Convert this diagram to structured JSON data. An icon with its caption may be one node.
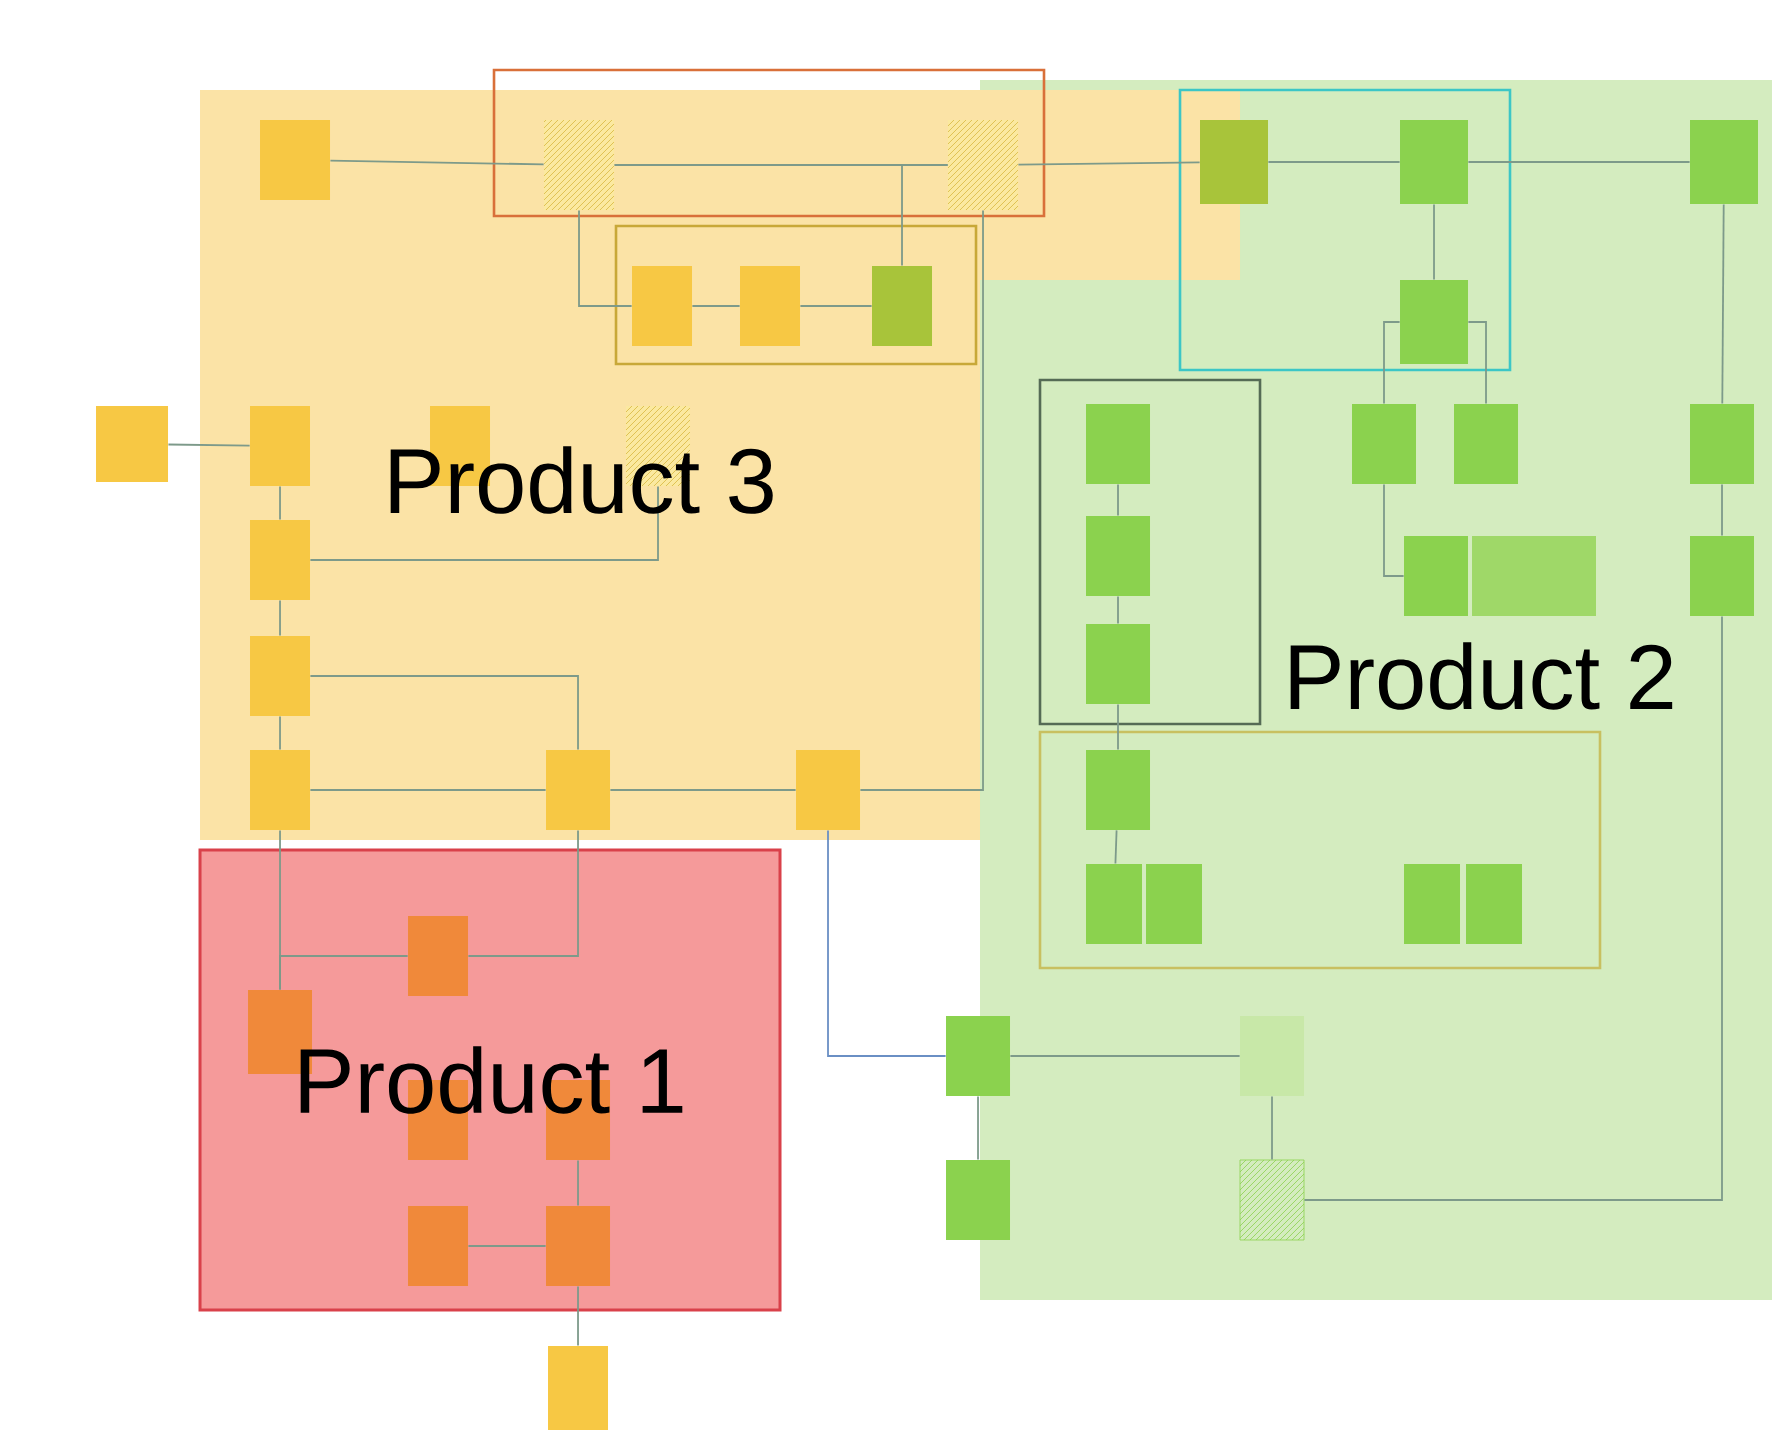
{
  "diagram": {
    "nodes": [
      {
        "text": [
          "Product 3"
        ]
      },
      {
        "text": [],
        "shape": "box"
      },
      {
        "text": [],
        "shape": "box"
      },
      {
        "text": [],
        "shape": "box",
        "in": 1
      },
      {
        "text": [],
        "shape": "box",
        "in": 1
      },
      {
        "text": [],
        "shape": "box",
        "in": 0
      },
      {
        "text": [],
        "shape": "box",
        "in": 5
      },
      {
        "text": [],
        "shape": "box",
        "in": 5
      },
      {
        "text": [],
        "shape": "box",
        "in": 5
      },
      {
        "text": [],
        "shape": "box"
      },
      {
        "text": [],
        "shape": "box",
        "in": 0
      },
      {
        "text": [],
        "shape": "box",
        "in": 0
      },
      {
        "text": [],
        "shape": "box",
        "in": 0
      },
      {
        "text": [],
        "shape": "box",
        "in": 0
      },
      {
        "text": [],
        "shape": "box",
        "in": 0
      },
      {
        "text": [],
        "shape": "box",
        "in": 0
      },
      {
        "text": [],
        "shape": "box",
        "in": 0
      },
      {
        "text": [],
        "shape": "box",
        "in": 0
      },
      {
        "text": [
          "Product 2"
        ]
      },
      {
        "text": [],
        "shape": "box",
        "in": 18
      },
      {
        "text": [],
        "shape": "box",
        "in": 19
      },
      {
        "text": [],
        "shape": "box",
        "in": 19
      },
      {
        "text": [],
        "shape": "box",
        "in": 18
      },
      {
        "text": [],
        "shape": "box",
        "in": 19
      },
      {
        "text": [],
        "shape": "box",
        "in": 18
      },
      {
        "text": [],
        "shape": "box",
        "in": 24
      },
      {
        "text": [],
        "shape": "box",
        "in": 18
      },
      {
        "text": [],
        "shape": "box",
        "in": 18
      },
      {
        "text": [],
        "shape": "box",
        "in": 18
      },
      {
        "text": [],
        "shape": "box",
        "in": 24
      },
      {
        "text": [],
        "shape": "box",
        "in": 18
      },
      {
        "text": [],
        "shape": "box",
        "in": 18
      },
      {
        "text": [],
        "shape": "box",
        "in": 18
      },
      {
        "text": [],
        "shape": "box",
        "in": 24
      },
      {
        "text": [],
        "shape": "box",
        "in": 18
      },
      {
        "text": [],
        "shape": "box",
        "in": 34
      },
      {
        "text": [],
        "shape": "box",
        "in": 34
      },
      {
        "text": [],
        "shape": "box",
        "in": 34
      },
      {
        "text": [],
        "shape": "box",
        "in": 34
      },
      {
        "text": [],
        "shape": "box",
        "in": 34
      },
      {
        "text": [
          "Product 1"
        ]
      },
      {
        "text": [],
        "shape": "box",
        "in": 40
      },
      {
        "text": [],
        "shape": "box",
        "in": 40
      },
      {
        "text": [],
        "shape": "box",
        "in": 40
      },
      {
        "text": [],
        "shape": "box",
        "in": 40
      },
      {
        "text": [],
        "shape": "box",
        "in": 40
      },
      {
        "text": [],
        "shape": "box",
        "in": 40
      },
      {
        "text": [],
        "shape": "box"
      },
      {
        "text": [],
        "shape": "box"
      },
      {
        "text": [],
        "shape": "box"
      },
      {
        "text": [],
        "shape": "box",
        "in": 18
      },
      {
        "text": [],
        "shape": "box",
        "in": 18
      }
    ],
    "edges": [
      {
        "from": 2,
        "to": 3,
        "arrow": "none"
      },
      {
        "from": 3,
        "to": 4,
        "arrow": "none"
      },
      {
        "from": 3,
        "to": 6,
        "arrow": "none"
      },
      {
        "from": 6,
        "to": 7,
        "arrow": "none"
      },
      {
        "from": 7,
        "to": 8,
        "arrow": "none"
      },
      {
        "from": 4,
        "to": 8,
        "arrow": "none"
      },
      {
        "from": 9,
        "to": 10,
        "arrow": "none"
      },
      {
        "from": 10,
        "to": 13,
        "arrow": "none"
      },
      {
        "from": 13,
        "to": 12,
        "arrow": "none"
      },
      {
        "from": 13,
        "to": 14,
        "arrow": "none"
      },
      {
        "from": 14,
        "to": 15,
        "arrow": "none"
      },
      {
        "from": 15,
        "to": 16,
        "arrow": "none"
      },
      {
        "from": 16,
        "to": 17,
        "arrow": "none"
      },
      {
        "from": 14,
        "to": 16,
        "arrow": "none"
      },
      {
        "from": 4,
        "to": 17,
        "arrow": "none"
      },
      {
        "from": 16,
        "to": 41,
        "arrow": "none"
      },
      {
        "from": 42,
        "to": 41,
        "arrow": "none"
      },
      {
        "from": 15,
        "to": 42,
        "arrow": "none"
      },
      {
        "from": 45,
        "to": 46,
        "arrow": "none"
      },
      {
        "from": 44,
        "to": 46,
        "arrow": "none"
      },
      {
        "from": 46,
        "to": 47,
        "arrow": "none"
      },
      {
        "from": 17,
        "to": 48,
        "arrow": "none",
        "color": "#6a8fc4"
      },
      {
        "from": 48,
        "to": 49,
        "arrow": "none"
      },
      {
        "from": 48,
        "to": 50,
        "arrow": "none"
      },
      {
        "from": 50,
        "to": 51,
        "arrow": "none"
      },
      {
        "from": 51,
        "to": 32,
        "arrow": "none"
      },
      {
        "from": 4,
        "to": 20,
        "arrow": "none"
      },
      {
        "from": 20,
        "to": 21,
        "arrow": "none"
      },
      {
        "from": 21,
        "to": 22,
        "arrow": "none"
      },
      {
        "from": 21,
        "to": 23,
        "arrow": "none"
      },
      {
        "from": 26,
        "to": 23,
        "arrow": "none"
      },
      {
        "from": 27,
        "to": 23,
        "arrow": "none"
      },
      {
        "from": 26,
        "to": 30,
        "arrow": "none"
      },
      {
        "from": 22,
        "to": 28,
        "arrow": "none"
      },
      {
        "from": 28,
        "to": 32,
        "arrow": "none"
      },
      {
        "from": 25,
        "to": 29,
        "arrow": "none"
      },
      {
        "from": 29,
        "to": 33,
        "arrow": "none"
      },
      {
        "from": 33,
        "to": 35,
        "arrow": "none"
      },
      {
        "from": 35,
        "to": 36,
        "arrow": "none"
      }
    ]
  }
}
